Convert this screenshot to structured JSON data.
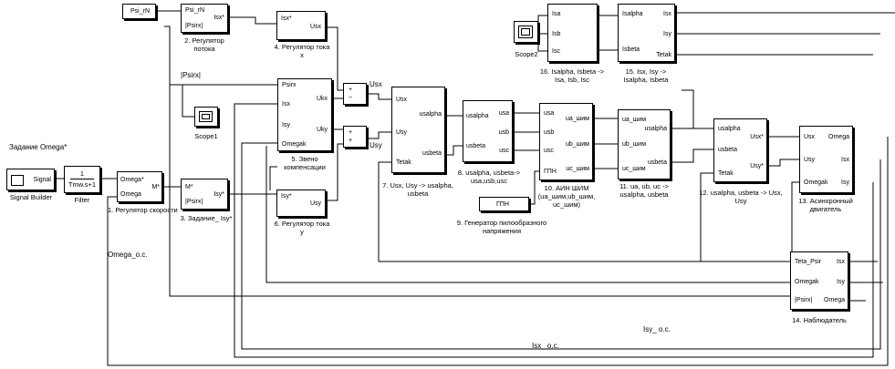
{
  "blocks": {
    "signal_builder": {
      "caption": "Signal Builder",
      "title_above": "Задание Omega*",
      "port": "Signal"
    },
    "filter": {
      "num": "1",
      "den": "Tmw.s+1",
      "caption": "Filter"
    },
    "speed_reg": {
      "in1": "Omega*",
      "in2": "Omega",
      "out": "M*",
      "caption": "1. Регулятор скорости"
    },
    "task_isy": {
      "in1": "M*",
      "in2": "|Psirx|",
      "out": "Isy*",
      "caption": "3. Задание_ Isy*"
    },
    "flux_const": {
      "label": "Psi_rN"
    },
    "flux_reg": {
      "in1": "Psi_rN",
      "in2": "|Psirx|",
      "out": "Isx*",
      "caption": "2. Регулятор потока"
    },
    "cur_reg_x": {
      "in": "Isx*",
      "out": "Usx",
      "caption": "4. Регулятор тока x"
    },
    "cur_reg_y": {
      "in": "Isy*",
      "out": "Usy",
      "caption": "6. Регулятор тока y"
    },
    "comp": {
      "in1": "Psirx",
      "in2": "Isx",
      "in3": "Isy",
      "in4": "Omegak",
      "out1": "Ukx",
      "out2": "Uky",
      "caption": "5. Звено компенсации"
    },
    "scope1": {
      "caption": "Scope1"
    },
    "sum1": {
      "plus": "+",
      "minus": "−"
    },
    "sum2": {
      "plus": "+",
      "minus": "+"
    },
    "xy_to_ab": {
      "in1": "Usx",
      "in2": "Usy",
      "in3": "Tetak",
      "out1": "usalpha",
      "out2": "usbeta",
      "caption": "7. Usx, Usy -> usalpha, usbeta"
    },
    "ab_to_abc": {
      "in1": "usalpha",
      "in2": "usbeta",
      "out1": "usa",
      "out2": "usb",
      "out3": "usc",
      "caption": "8. usalpha, usbeta-> usa,usb,usc"
    },
    "saw_gen": {
      "label": "ГПН",
      "caption": "9. Генератор пилообразного напряжения"
    },
    "inverter": {
      "in1": "usa",
      "in2": "usb",
      "in3": "usc",
      "in4": "ГПН",
      "out1": "ua_шим",
      "out2": "ub_шим",
      "out3": "uc_шим",
      "caption": "10. АИН ШИМ (ua_шим,ub_шим, uc_шим)"
    },
    "abc_to_ab": {
      "in1": "ua_шим",
      "in2": "ub_шим",
      "in3": "uc_шим",
      "out1": "usalpha",
      "out2": "usbeta",
      "caption": "11. ua, ub, uc -> usalpha, usbeta"
    },
    "ab_to_xy": {
      "in1": "usalpha",
      "in2": "usbeta",
      "in3": "Tetak",
      "out1": "Usx*",
      "out2": "Usy*",
      "caption": "12. usalpha, usbeta -> Usx, Usy"
    },
    "motor": {
      "in1": "Usx",
      "in2": "Usy",
      "in3": "Omegak",
      "out1": "Omega",
      "out2": "Isx",
      "out3": "Isy",
      "caption": "13. Асинхронный двигатель"
    },
    "observer": {
      "in1": "Teta_Psir",
      "in2": "Omegak",
      "in3": "|Psirx|",
      "out1": "Isx",
      "out2": "Isy",
      "out3": "Omega",
      "caption": "14. Наблюдатель"
    },
    "xy_to_ab2": {
      "in1": "Isalpha",
      "in2": "Isbeta",
      "out1": "Isx",
      "out2": "Isy",
      "out3": "Tetak",
      "caption": "15. Isx, Isy -> Isalpha, Isbeta"
    },
    "ab_to_abc2": {
      "in1": "Isa",
      "in2": "Isb",
      "in3": "Isc",
      "caption": "16. Isalpha, Isbeta -> Isa, Isb, Isc"
    },
    "scope2": {
      "caption": "Scope2"
    }
  },
  "signals": {
    "psirx": "|Psirx|",
    "omega_oc": "Omega_o.c.",
    "isy_oc": "Isy_ o.c.",
    "isx_oc": "Isx_ o.c.",
    "usx": "Usx",
    "usy": "Usy"
  }
}
